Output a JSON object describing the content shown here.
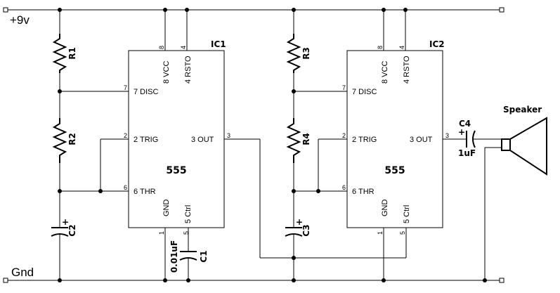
{
  "rails": {
    "vcc": "+9v",
    "gnd": "Gnd"
  },
  "ic1": {
    "ref": "IC1",
    "name": "555",
    "pins": {
      "vcc": "8 VCC",
      "rst": "4 RSTO",
      "disc": "7 DISC",
      "trig": "2 TRIG",
      "out": "3 OUT",
      "thr": "6 THR",
      "gnd": "GND",
      "ctrl": "5 Ctrl"
    },
    "pinnums": {
      "p8": "8",
      "p4": "4",
      "p7": "7",
      "p2": "2",
      "p3": "3",
      "p6": "6",
      "p1": "1",
      "p5": "5"
    }
  },
  "ic2": {
    "ref": "IC2",
    "name": "555",
    "pins": {
      "vcc": "8 VCC",
      "rst": "4 RSTO",
      "disc": "7 DISC",
      "trig": "2 TRIG",
      "out": "3 OUT",
      "thr": "6 THR",
      "gnd": "GND",
      "ctrl": "5 Ctrl"
    },
    "pinnums": {
      "p8": "8",
      "p4": "4",
      "p7": "7",
      "p2": "2",
      "p3": "3",
      "p6": "6",
      "p1": "1",
      "p5": "5"
    }
  },
  "parts": {
    "r1": "R1",
    "r2": "R2",
    "r3": "R3",
    "r4": "R4",
    "c1": "C1",
    "c1_value": "0.01uF",
    "c2": "C2",
    "c3": "C3",
    "c4": "C4",
    "c4_value": "1uF",
    "speaker": "Speaker",
    "plus": "+"
  }
}
